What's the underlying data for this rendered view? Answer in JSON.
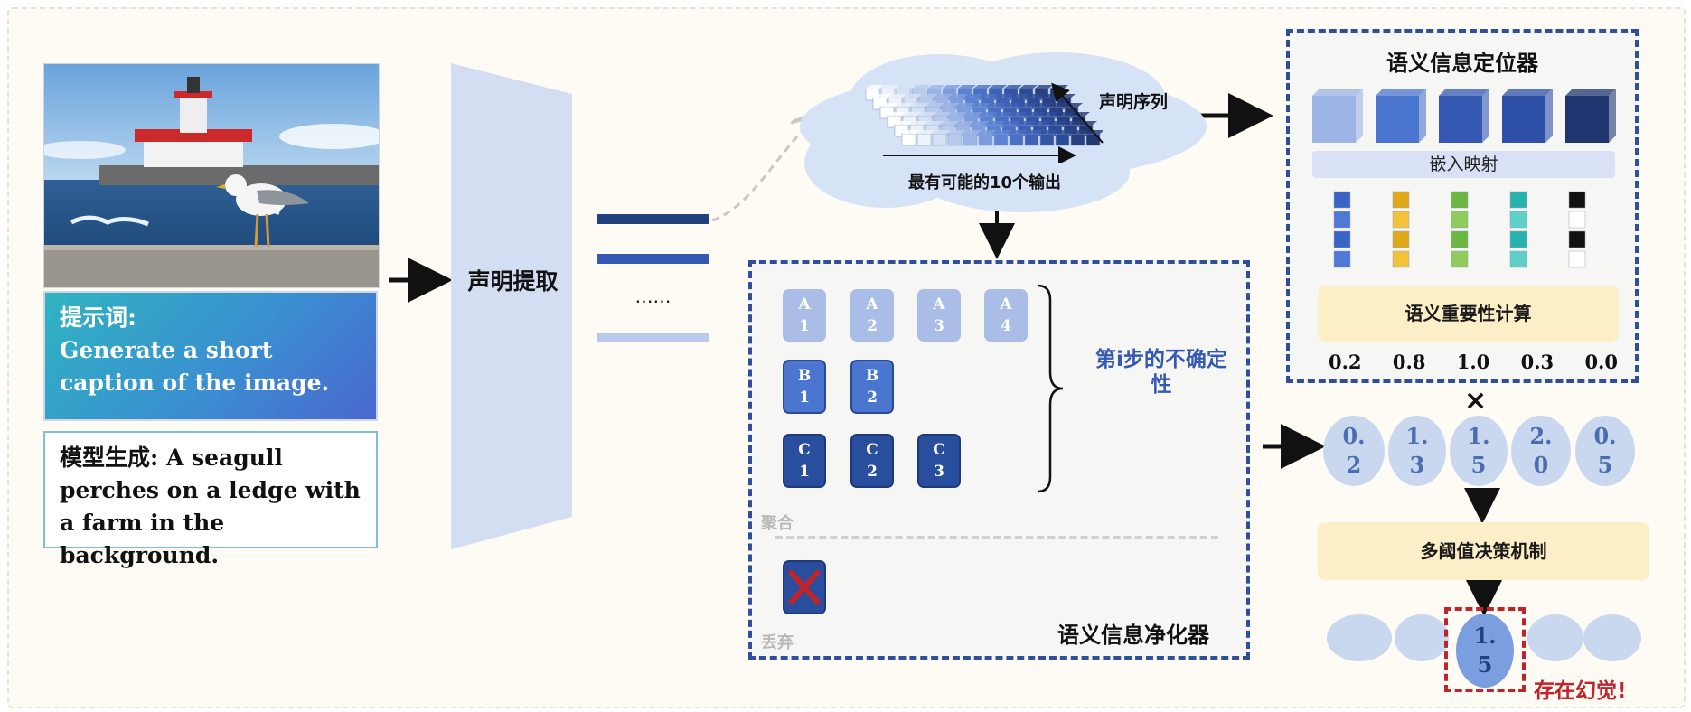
{
  "left": {
    "prompt_label": "提示词:",
    "prompt_text": "Generate a short caption of the image.",
    "gen_label": "模型生成",
    "gen_text": ": A seagull perches on a ledge with a farm in the background."
  },
  "extractor": {
    "label": "声明提取",
    "ellipsis": "……"
  },
  "cloud": {
    "sequence_label": "声明序列",
    "top10_label": "最有可能的10个输出"
  },
  "locator": {
    "title": "语义信息定位器",
    "embed_label": "嵌入映射",
    "importance_label": "语义重要性计算",
    "weights": [
      "0.2",
      "0.8",
      "1.0",
      "0.3",
      "0.0"
    ],
    "colors": [
      "#9cb3e6",
      "#4b76d0",
      "#3558b3",
      "#2f50a8",
      "#1f356f"
    ]
  },
  "purifier": {
    "title": "语义信息净化器",
    "tokens_a": [
      "A\n1",
      "A\n2",
      "A\n3",
      "A\n4"
    ],
    "tokens_b": [
      "B\n1",
      "B\n2"
    ],
    "tokens_c": [
      "C\n1",
      "C\n2",
      "C\n3"
    ],
    "uncertainty_label": "第i步的不确定性",
    "aggregate_label": "聚合",
    "discard_label": "丢弃"
  },
  "right": {
    "times_symbol": "×",
    "scores": [
      "0.\n2",
      "1.\n3",
      "1.\n5",
      "2.\n0",
      "0.\n5"
    ],
    "decision_label": "多阈值决策机制",
    "highlight_value": "1.\n5",
    "hallucination_label": "存在幻觉!"
  }
}
